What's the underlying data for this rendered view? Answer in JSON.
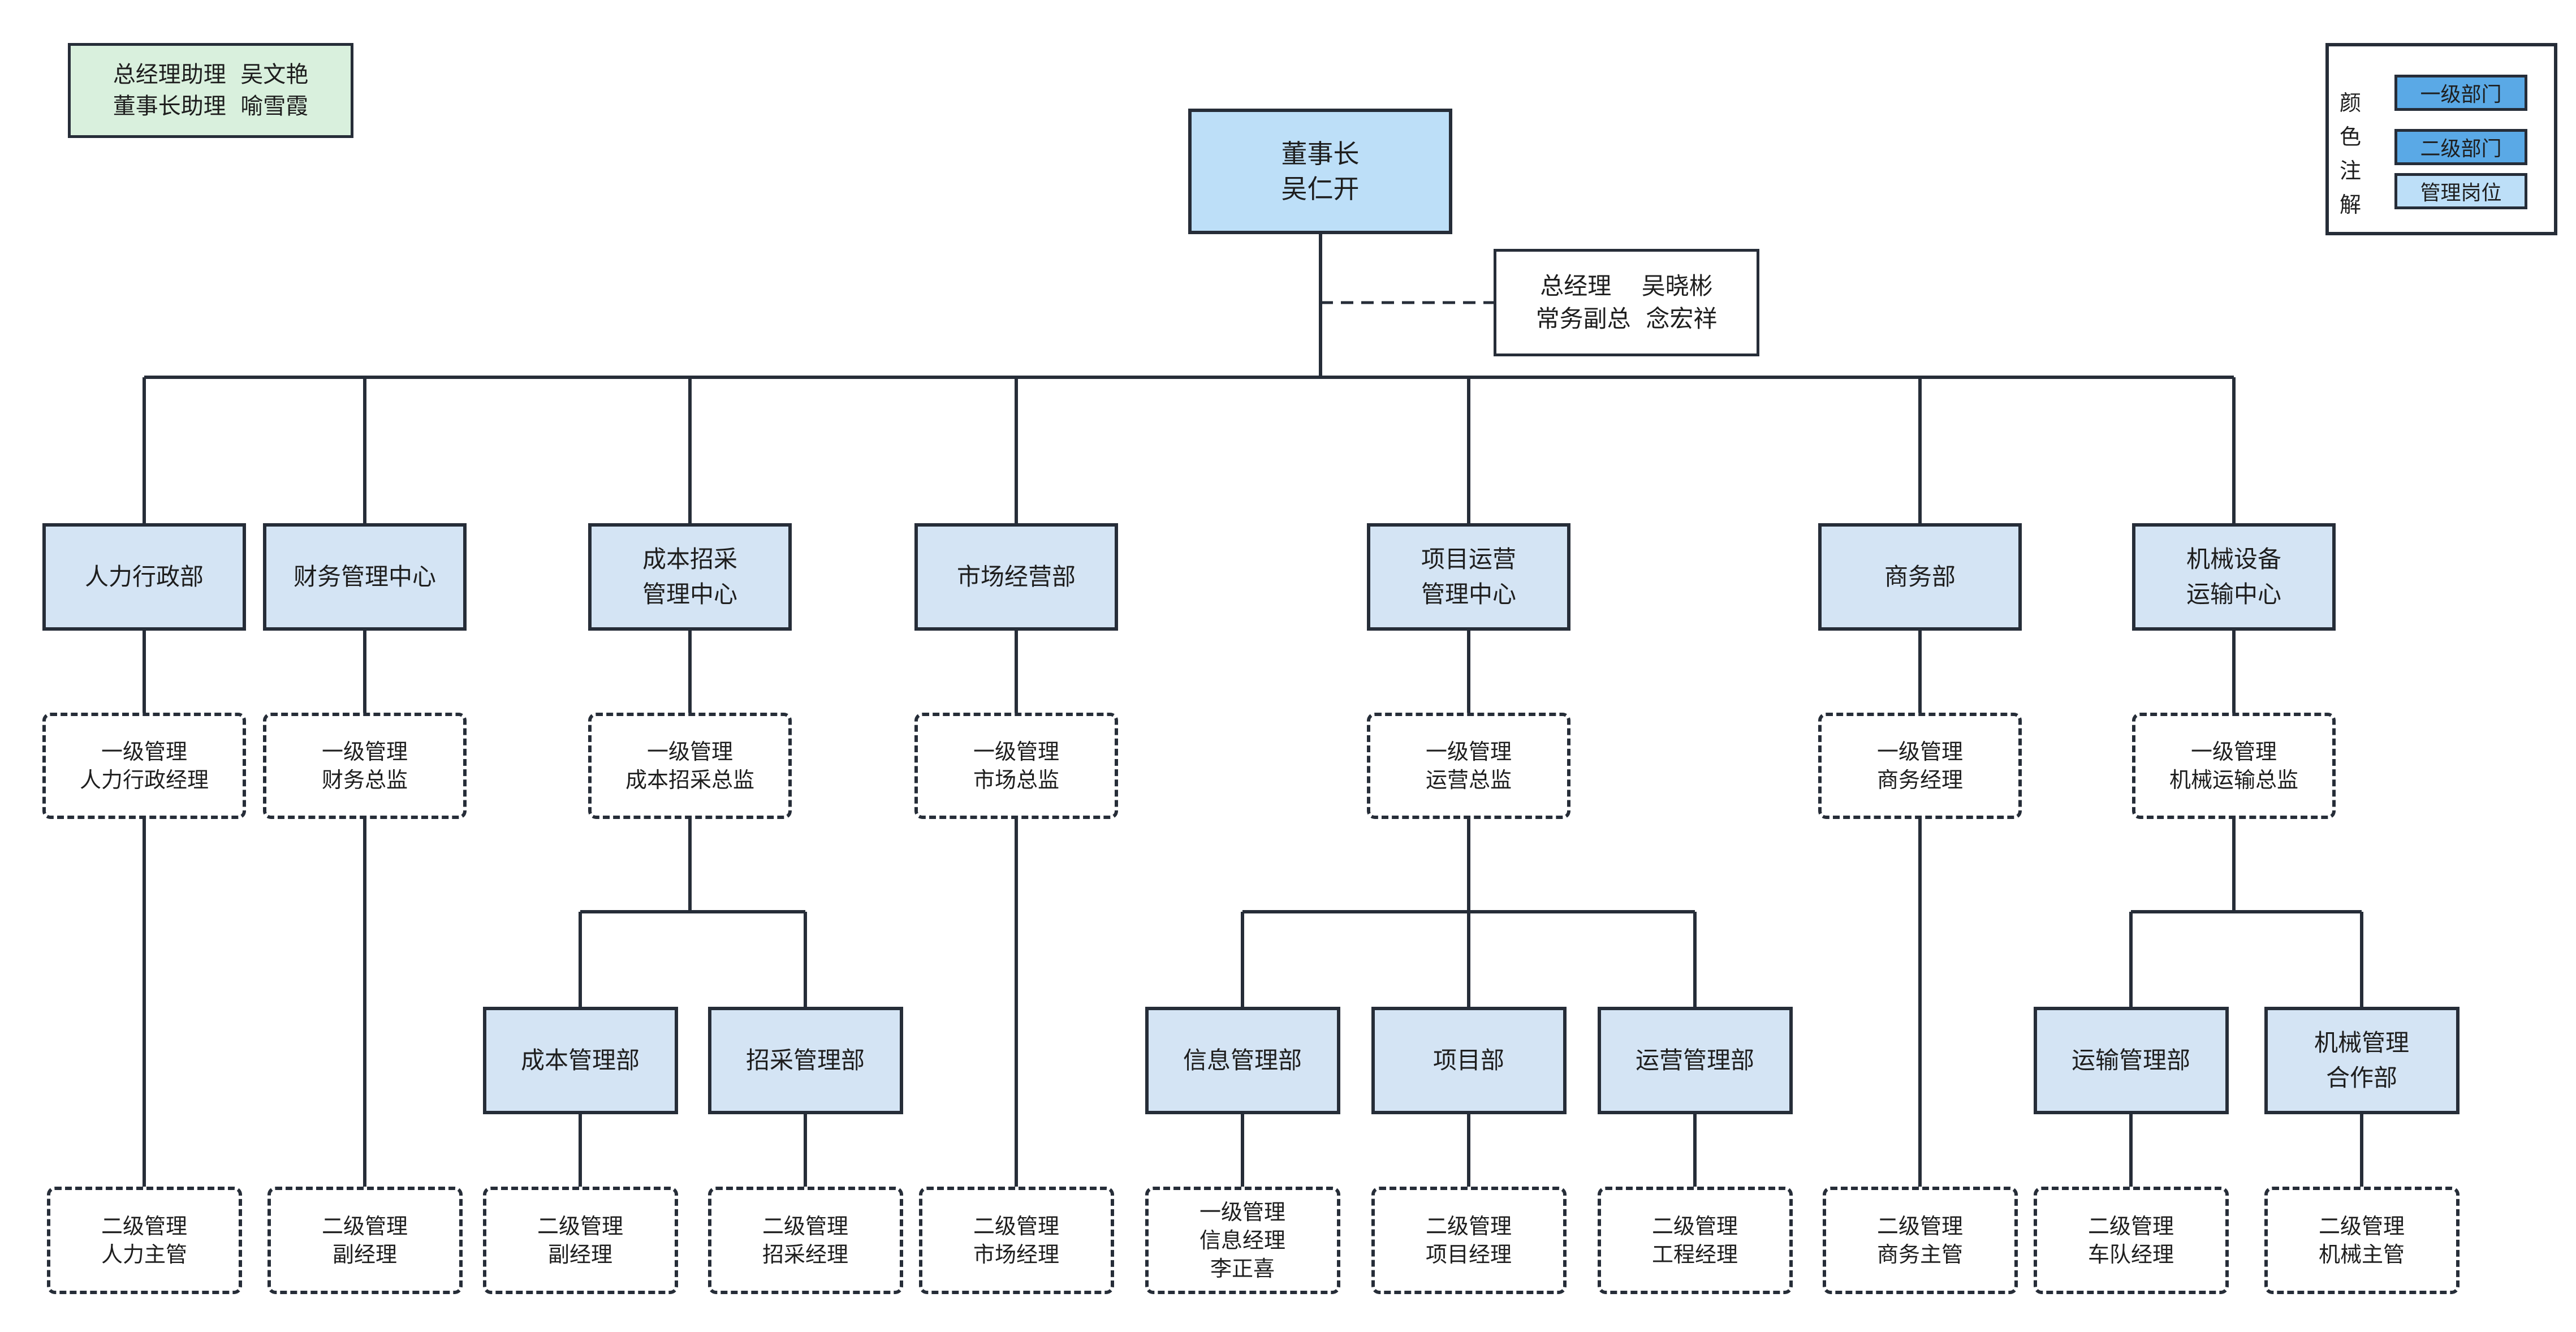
{
  "assistants": [
    "总经理助理  吴文艳",
    "董事长助理  喻雪霞"
  ],
  "chairman": {
    "title": "董事长",
    "name": "吴仁开"
  },
  "general_manager": [
    "总经理    吴晓彬",
    "常务副总  念宏祥"
  ],
  "legend": {
    "title_chars": [
      "颜",
      "色",
      "注",
      "解"
    ],
    "items": [
      "一级部门",
      "二级部门",
      "管理岗位"
    ],
    "colors": [
      "#5aa9e6",
      "#5aa9e6",
      "#bddff8"
    ]
  },
  "departments": [
    {
      "lines": [
        "人力行政部"
      ],
      "manager": [
        "一级管理",
        "人力行政经理"
      ],
      "leaf": [
        "二级管理",
        "人力主管"
      ]
    },
    {
      "lines": [
        "财务管理中心"
      ],
      "manager": [
        "一级管理",
        "财务总监"
      ],
      "leaf": [
        "二级管理",
        "副经理"
      ]
    },
    {
      "lines": [
        "成本招采",
        "管理中心"
      ],
      "manager": [
        "一级管理",
        "成本招采总监"
      ],
      "subs": [
        {
          "lines": [
            "成本管理部"
          ],
          "leaf": [
            "二级管理",
            "副经理"
          ]
        },
        {
          "lines": [
            "招采管理部"
          ],
          "leaf": [
            "二级管理",
            "招采经理"
          ]
        }
      ]
    },
    {
      "lines": [
        "市场经营部"
      ],
      "manager": [
        "一级管理",
        "市场总监"
      ],
      "leaf": [
        "二级管理",
        "市场经理"
      ]
    },
    {
      "lines": [
        "项目运营",
        "管理中心"
      ],
      "manager": [
        "一级管理",
        "运营总监"
      ],
      "subs": [
        {
          "lines": [
            "信息管理部"
          ],
          "leaf": [
            "一级管理",
            "信息经理",
            "李正喜"
          ]
        },
        {
          "lines": [
            "项目部"
          ],
          "leaf": [
            "二级管理",
            "项目经理"
          ]
        },
        {
          "lines": [
            "运营管理部"
          ],
          "leaf": [
            "二级管理",
            "工程经理"
          ]
        }
      ]
    },
    {
      "lines": [
        "商务部"
      ],
      "manager": [
        "一级管理",
        "商务经理"
      ],
      "leaf": [
        "二级管理",
        "商务主管"
      ]
    },
    {
      "lines": [
        "机械设备",
        "运输中心"
      ],
      "manager": [
        "一级管理",
        "机械运输总监"
      ],
      "subs": [
        {
          "lines": [
            "运输管理部"
          ],
          "leaf": [
            "二级管理",
            "车队经理"
          ]
        },
        {
          "lines": [
            "机械管理",
            "合作部"
          ],
          "leaf": [
            "二级管理",
            "机械主管"
          ]
        }
      ]
    }
  ],
  "colors": {
    "dept_fill": "#d4e4f4",
    "root_fill": "#bddff8",
    "assist_fill": "#d9f0dd",
    "stroke": "#262d38"
  }
}
